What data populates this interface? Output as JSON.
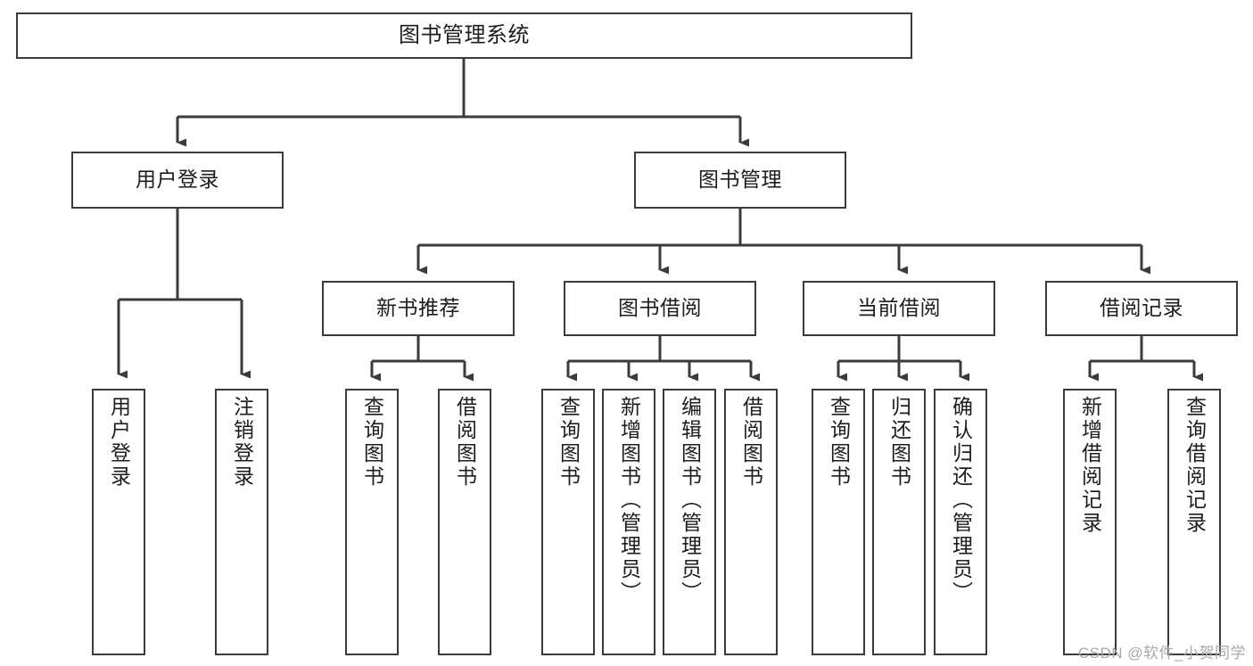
{
  "diagram": {
    "title": "图书管理系统",
    "type": "tree",
    "watermark": "CSDN @软件_小贺同学",
    "colors": {
      "box_border": "#3b3b3b",
      "box_fill": "#ffffff",
      "connector": "#3b3b3b",
      "text": "#1d1d1d",
      "watermark": "#a8a8a8",
      "background": "#ffffff"
    },
    "nodes": {
      "root": {
        "label": "图书管理系统",
        "level": 0
      },
      "l1": [
        {
          "id": "user_login",
          "label": "用户登录"
        },
        {
          "id": "book_manage",
          "label": "图书管理"
        }
      ],
      "l2": [
        {
          "id": "new_book_rec",
          "label": "新书推荐",
          "parent": "book_manage"
        },
        {
          "id": "book_borrow",
          "label": "图书借阅",
          "parent": "book_manage"
        },
        {
          "id": "current_borrow",
          "label": "当前借阅",
          "parent": "book_manage"
        },
        {
          "id": "borrow_record",
          "label": "借阅记录",
          "parent": "book_manage"
        }
      ],
      "leaves": [
        {
          "id": "leaf_user_login",
          "label": "用户登录",
          "parent": "user_login"
        },
        {
          "id": "leaf_user_logout",
          "label": "注销登录",
          "parent": "user_login"
        },
        {
          "id": "leaf_query_book_1",
          "label": "查询图书",
          "parent": "new_book_rec"
        },
        {
          "id": "leaf_borrow_book_1",
          "label": "借阅图书",
          "parent": "new_book_rec"
        },
        {
          "id": "leaf_query_book_2",
          "label": "查询图书",
          "parent": "book_borrow"
        },
        {
          "id": "leaf_add_book",
          "label": "新增图书（管理员）",
          "parent": "book_borrow"
        },
        {
          "id": "leaf_edit_book",
          "label": "编辑图书（管理员）",
          "parent": "book_borrow"
        },
        {
          "id": "leaf_borrow_book_2",
          "label": "借阅图书",
          "parent": "book_borrow"
        },
        {
          "id": "leaf_query_book_3",
          "label": "查询图书",
          "parent": "current_borrow"
        },
        {
          "id": "leaf_return_book",
          "label": "归还图书",
          "parent": "current_borrow"
        },
        {
          "id": "leaf_confirm_return",
          "label": "确认归还（管理员）",
          "parent": "current_borrow"
        },
        {
          "id": "leaf_add_record",
          "label": "新增借阅记录",
          "parent": "borrow_record"
        },
        {
          "id": "leaf_query_record",
          "label": "查询借阅记录",
          "parent": "borrow_record"
        }
      ]
    }
  }
}
